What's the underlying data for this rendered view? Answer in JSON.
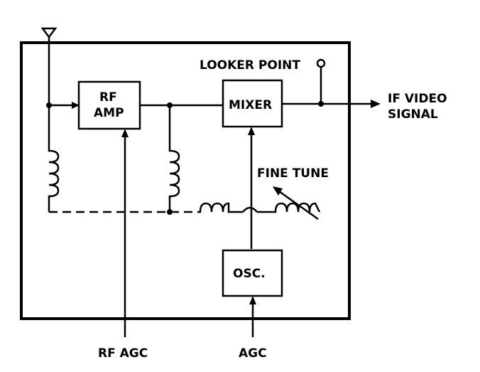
{
  "blocks": {
    "rf_amp": [
      "RF",
      "AMP"
    ],
    "mixer": "MIXER",
    "osc": "OSC."
  },
  "labels": {
    "looker_point": "LOOKER POINT",
    "if_video_signal": [
      "IF VIDEO",
      "SIGNAL"
    ],
    "fine_tune": "FINE TUNE",
    "rf_agc": "RF AGC",
    "agc": "AGC"
  }
}
